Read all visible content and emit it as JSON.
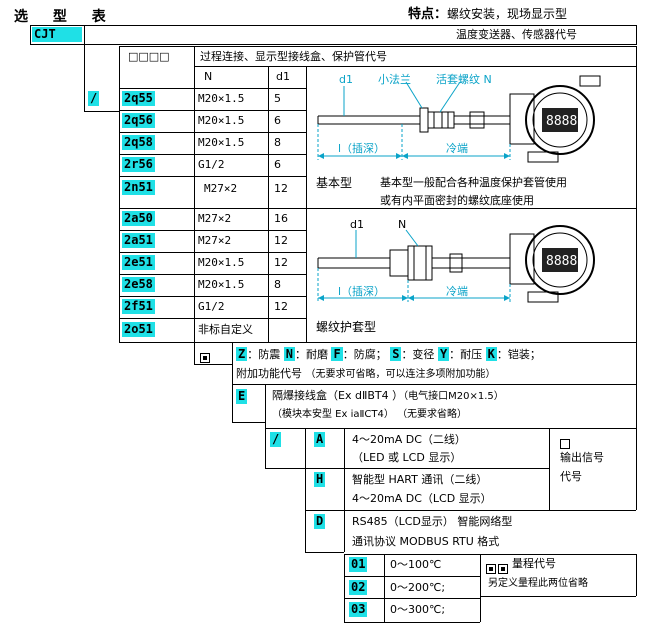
{
  "header": {
    "title": "选 型 表",
    "feature_label": "特点：",
    "feature_text": "螺纹安装，现场显示型"
  },
  "series": {
    "code": "CJT",
    "desc": "温度变送器、传感器代号"
  },
  "connection": {
    "code_placeholder": "□□□□",
    "desc": "过程连接、显示型接线盒、保护管代号",
    "slash": "/",
    "col_n": "N",
    "col_d1": "d1",
    "rows": [
      {
        "code": "2q55",
        "n": "M20×1.5",
        "d1": "5"
      },
      {
        "code": "2q56",
        "n": "M20×1.5",
        "d1": "6"
      },
      {
        "code": "2q58",
        "n": "M20×1.5",
        "d1": "8"
      },
      {
        "code": "2r56",
        "n": "G1/2",
        "d1": "6"
      },
      {
        "code": "2n51",
        "n": "M27×2",
        "d1": "12"
      },
      {
        "code": "2a50",
        "n": "M27×2",
        "d1": "16"
      },
      {
        "code": "2a51",
        "n": "M27×2",
        "d1": "12"
      },
      {
        "code": "2e51",
        "n": "M20×1.5",
        "d1": "12"
      },
      {
        "code": "2e58",
        "n": "M20×1.5",
        "d1": "8"
      },
      {
        "code": "2f51",
        "n": "G1/2",
        "d1": "12"
      },
      {
        "code": "2o51",
        "n": "非标自定义",
        "d1": ""
      }
    ]
  },
  "diagram1": {
    "d1": "d1",
    "flange": "小法兰",
    "thread": "活套螺纹 N",
    "insert": "l（插深）",
    "cold": "冷端",
    "caption": "基本型",
    "note1": "基本型一般配合各种温度保护套管使用",
    "note2": "或有内平面密封的螺纹底座使用"
  },
  "diagram2": {
    "d1": "d1",
    "n": "N",
    "insert": "l（插深）",
    "cold": "冷端",
    "caption": "螺纹护套型"
  },
  "addon": {
    "line1_pre": "：防震",
    "z": "Z",
    "m": "N",
    "m_txt": "：耐磨",
    "f": "F",
    "f_txt": "：防腐；",
    "s": "S",
    "s_txt": "：变径",
    "y": "Y",
    "y_txt": "：耐压",
    "k": "K",
    "k_txt": "：铠装；",
    "line2": "附加功能代号",
    "line2_note": "（无要求可省略，可以连注多项附加功能）"
  },
  "explosion": {
    "code": "E",
    "line1": "隔爆接线盒（Ex dⅡBT4 ）",
    "line1_note": "（电气接口M20×1.5）",
    "line2": "（模块本安型 Ex iaⅡCT4）",
    "line2_note": "（无要求省略）"
  },
  "output": {
    "slash": "/",
    "title_line1": "输出信号",
    "title_line2": "代号",
    "a_code": "A",
    "a_line1": "4～20mA DC（二线）",
    "a_line2": "（LED 或 LCD 显示）",
    "h_code": "H",
    "h_line1": "智能型 HART 通讯（二线）",
    "h_line2": "4～20mA DC（LCD 显示）",
    "d_code": "D",
    "d_line1": "RS485（LCD显示） 智能网络型",
    "d_line2": "通讯协议 MODBUS RTU 格式"
  },
  "range": {
    "title": "量程代号",
    "note": "另定义量程此两位省略",
    "rows": [
      {
        "code": "01",
        "text": "0～100℃"
      },
      {
        "code": "02",
        "text": "0～200℃;"
      },
      {
        "code": "03",
        "text": "0～300℃;"
      }
    ]
  },
  "colors": {
    "code_bg": "#1fe0e6",
    "accent": "#0aa3c8"
  }
}
